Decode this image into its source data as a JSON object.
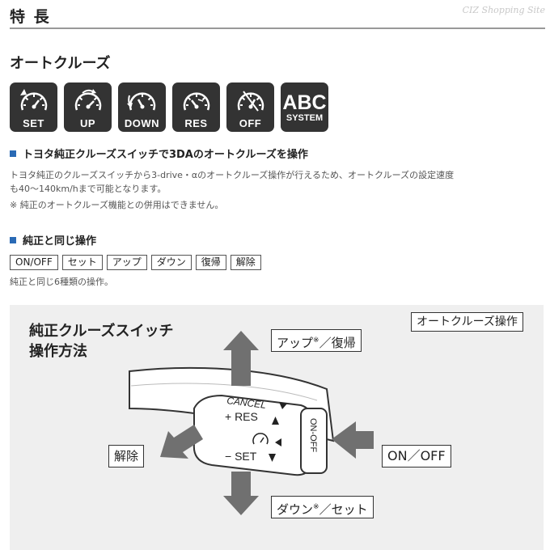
{
  "header": {
    "title": "特 長",
    "site": "CIZ Shopping Site"
  },
  "section_title": "オートクルーズ",
  "icons": [
    {
      "name": "set",
      "label": "SET"
    },
    {
      "name": "up",
      "label": "UP"
    },
    {
      "name": "down",
      "label": "DOWN"
    },
    {
      "name": "res",
      "label": "RES"
    },
    {
      "name": "off",
      "label": "OFF"
    },
    {
      "name": "abc",
      "big": "ABC",
      "label": "SYSTEM"
    }
  ],
  "feature1": {
    "heading": "トヨタ純正クルーズスイッチで3DAのオートクルーズを操作",
    "line1": "トヨタ純正のクルーズスイッチから3-drive・αのオートクルーズ操作が行えるため、オートクルーズの設定速度",
    "line2": "も40～140km/hまで可能となります。",
    "note": "※ 純正のオートクルーズ機能との併用はできません。"
  },
  "feature2": {
    "heading": "純正と同じ操作",
    "chips": [
      "ON/OFF",
      "セット",
      "アップ",
      "ダウン",
      "復帰",
      "解除"
    ],
    "note": "純正と同じ6種類の操作。"
  },
  "diagram": {
    "title_line1": "純正クルーズスイッチ",
    "title_line2": "操作方法",
    "tag": "オートクルーズ操作",
    "label_up": "アップ",
    "label_up_tail": "／復帰",
    "label_down": "ダウン",
    "label_down_tail": "／セット",
    "asterisk": "※",
    "label_cancel": "解除",
    "label_onoff": "ON／OFF",
    "switch_cancel": "CANCEL",
    "switch_res": "+ RES",
    "switch_set": "− SET",
    "switch_onoff": "ON-OFF"
  },
  "colors": {
    "accent": "#2a6ab5",
    "icon_bg": "#333333",
    "arrow": "#707070",
    "panel_bg": "#efefef"
  }
}
